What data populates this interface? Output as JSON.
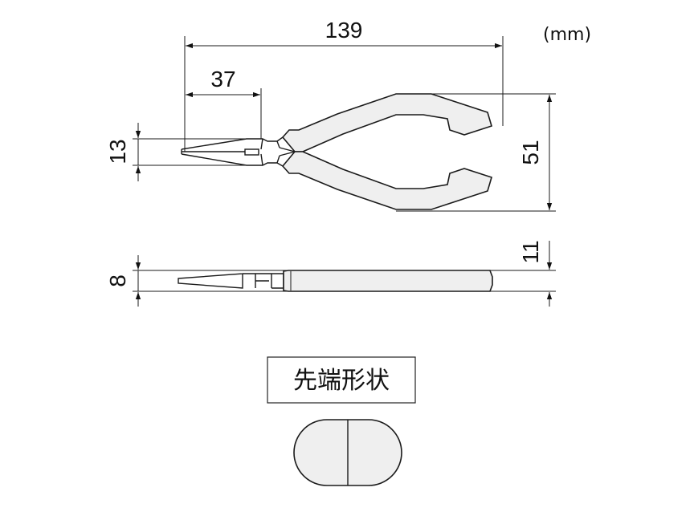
{
  "unit": "(mm)",
  "dimensions": {
    "overall_length": "139",
    "jaw_length": "37",
    "jaw_width": "13",
    "handle_span": "51",
    "handle_thickness": "11",
    "jaw_thickness": "8"
  },
  "tip_shape_label": "先端形状"
}
